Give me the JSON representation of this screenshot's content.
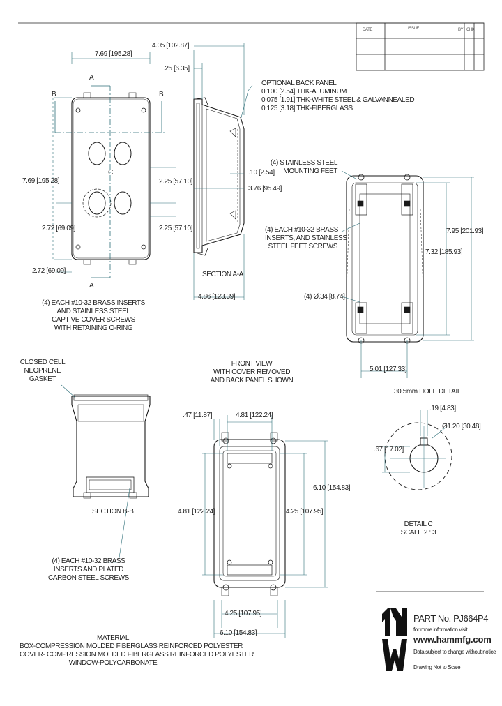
{
  "title_block": {
    "col1": "DATE",
    "col2": "ISSUE",
    "col3": "BY",
    "col4": "CHK"
  },
  "top_view": {
    "width_dim": "7.69 [195.28]",
    "height_dim": "7.69 [195.28]",
    "dim_225_a": "2.25 [57.10]",
    "dim_225_b": "2.25 [57.10]",
    "dim_272_a": "2.72 [69.09]",
    "dim_272_b": "2.72 [69.09]",
    "label_a_top": "A",
    "label_a_bottom": "A",
    "label_b_left": "B",
    "label_b_right": "B",
    "label_c": "C",
    "callout": [
      "(4) EACH #10-32 BRASS INSERTS",
      "AND STAINLESS STEEL",
      "CAPTIVE COVER SCREWS",
      "WITH RETAINING O-RING"
    ]
  },
  "section_aa": {
    "dim_405": "4.05 [102.87]",
    "dim_25": ".25 [6.35]",
    "dim_10": ".10 [2.54]",
    "dim_376": "3.76 [95.49]",
    "dim_486": "4.86 [123.39]",
    "label": "SECTION A-A",
    "callout": [
      "OPTIONAL BACK PANEL",
      "0.100 [2.54] THK-ALUMINUM",
      "0.075 [1.91] THK-WHITE STEEL & GALVANNEALED",
      "0.125 [3.18] THK-FIBERGLASS"
    ]
  },
  "back_view": {
    "callout_feet": [
      "(4) STAINLESS STEEL",
      "MOUNTING FEET"
    ],
    "callout_inserts": [
      "(4) EACH #10-32 BRASS",
      "INSERTS, AND STAINLESS",
      "STEEL FEET SCREWS"
    ],
    "dim_hole": "(4) Ø.34 [8.74]",
    "dim_795": "7.95 [201.93]",
    "dim_732": "7.32 [185.93]",
    "dim_501": "5.01 [127.33]"
  },
  "section_bb": {
    "callout": [
      "CLOSED CELL",
      "NEOPRENE",
      "GASKET"
    ],
    "label": "SECTION B-B",
    "callout_inserts": [
      "(4) EACH #10-32 BRASS",
      "INSERTS AND PLATED",
      "CARBON STEEL SCREWS"
    ]
  },
  "front_view": {
    "title": [
      "FRONT VIEW",
      "WITH COVER REMOVED",
      "AND BACK PANEL SHOWN"
    ],
    "dim_47": ".47 [11.87]",
    "dim_481_top": "4.81 [122.24]",
    "dim_481_left": "4.81 [122.24]",
    "dim_610_right": "6.10 [154.83]",
    "dim_425_right": "4.25 [107.95]",
    "dim_425_bottom": "4.25 [107.95]",
    "dim_610_bottom": "6.10 [154.83]"
  },
  "detail_c": {
    "title": "30.5mm HOLE DETAIL",
    "dim_19": ".19 [4.83]",
    "dim_dia": "Ø1.20 [30.48]",
    "dim_67": ".67 [17.02]",
    "label": "DETAIL C",
    "scale": "SCALE 2 : 3"
  },
  "material": {
    "lines": [
      "MATERIAL",
      "BOX-COMPRESSION MOLDED FIBERGLASS REINFORCED POLYESTER",
      "COVER- COMPRESSION MOLDED FIBERGLASS REINFORCED POLYESTER",
      "WINDOW-POLYCARBONATE"
    ]
  },
  "part": {
    "part_no": "PART No. PJ664P4",
    "more_info": "for more information visit",
    "url": "www.hammfg.com",
    "notice": "Data subject to change without notice",
    "scale_note": "Drawing Not to Scale"
  },
  "colors": {
    "line": "#1a1a1a",
    "dim": "#2c6e78",
    "label_teal": "#3a8a94",
    "logo": "#111111"
  }
}
